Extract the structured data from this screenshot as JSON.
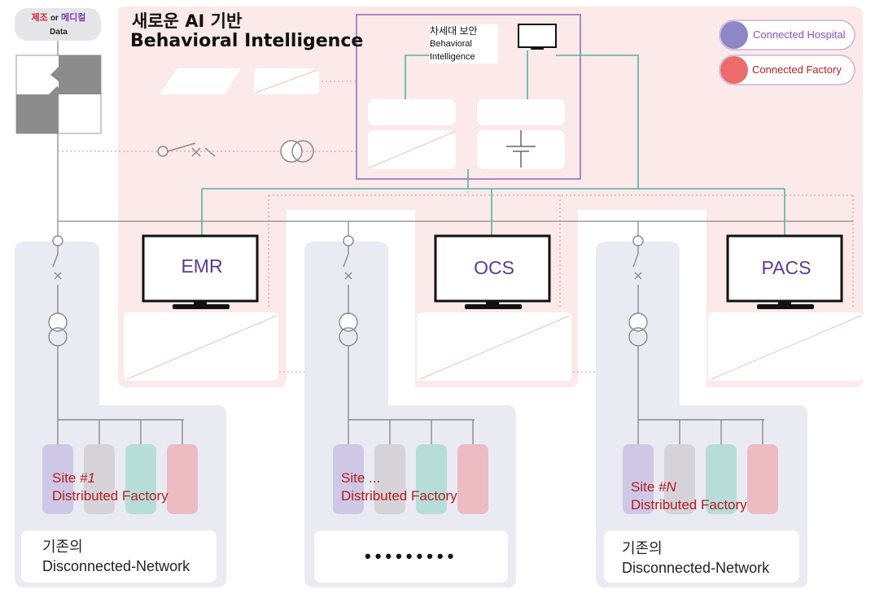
{
  "data_badge": {
    "manufacturing": "제조",
    "or": "or",
    "medical": "메디컬",
    "data": "Data"
  },
  "title": {
    "line1": "새로운 AI 기반",
    "line2": "Behavioral Intelligence"
  },
  "center_box": {
    "line1": "차세대 보안",
    "line2": "Behavioral",
    "line3": "Intelligence"
  },
  "legend": [
    {
      "label": "Connected Hospital",
      "color": "#8f86c8",
      "text_color": "#8a4fc0"
    },
    {
      "label": "Connected Factory",
      "color": "#ec6b6b",
      "text_color": "#b22222"
    }
  ],
  "monitors": [
    {
      "label": "EMR"
    },
    {
      "label": "OCS"
    },
    {
      "label": "PACS"
    }
  ],
  "sites": [
    {
      "name_prefix": "Site ",
      "name_suffix": "#1",
      "subtitle": "Distributed Factory",
      "network_line1": "기존의",
      "network_line2": "Disconnected-Network"
    },
    {
      "name_prefix": "Site ",
      "name_suffix": "...",
      "subtitle": "Distributed Factory",
      "network_dots": "•••••••••"
    },
    {
      "name_prefix": "Site ",
      "name_suffix": "#N",
      "subtitle": "Distributed Factory",
      "network_line1": "기존의",
      "network_line2": "Disconnected-Network"
    }
  ],
  "colors": {
    "pink_region": "#fce9e9",
    "lavender_region": "#eaeaf3",
    "teal_line": "#53b3a8",
    "purple_box": "#8b6bb0",
    "unit_purple": "#cfc7e6",
    "unit_gray": "#d6d3d8",
    "unit_teal": "#b7ddd9",
    "unit_pink": "#ecbcc2"
  }
}
